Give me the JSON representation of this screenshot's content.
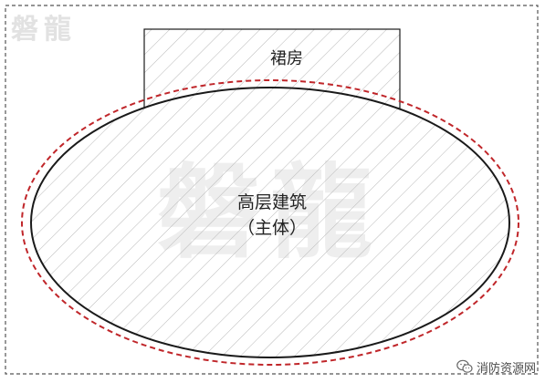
{
  "labels": {
    "podium": "裙房",
    "main_line1": "高层建筑",
    "main_line2": "（主体）"
  },
  "watermark": {
    "corner_text": "磐龍",
    "center_text": "磐龍"
  },
  "footer": {
    "brand": "消防资源网"
  },
  "colors": {
    "outline": "#1a1a1a",
    "dashed_border": "#555555",
    "red_dashed": "#c0262a",
    "hatch": "#b8b8b8",
    "watermark": "#eeeeee"
  },
  "icons": {
    "footer_icon": "wechat-logo-icon"
  }
}
